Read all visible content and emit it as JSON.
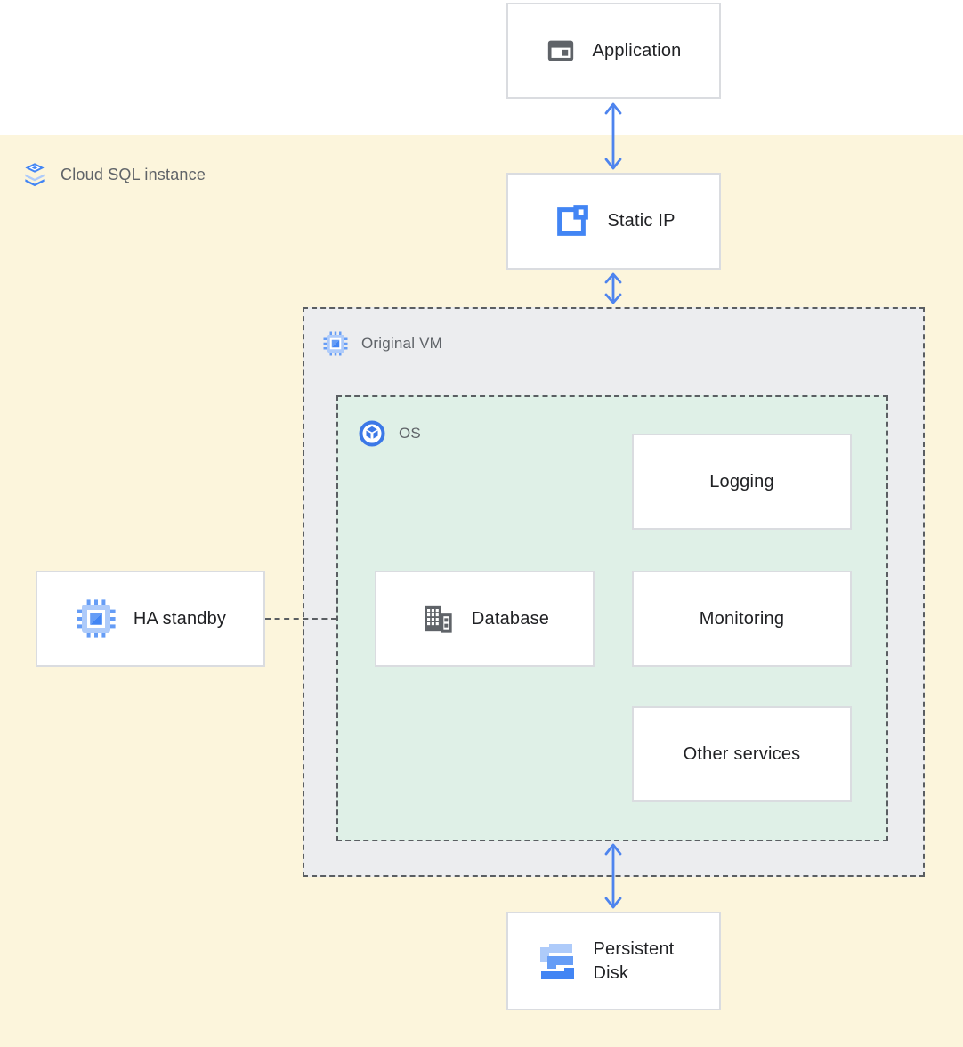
{
  "diagram": {
    "title_label": "Cloud SQL instance",
    "containers": {
      "original_vm": {
        "label": "Original VM"
      },
      "os": {
        "label": "OS"
      }
    },
    "nodes": {
      "application": {
        "label": "Application"
      },
      "static_ip": {
        "label": "Static IP"
      },
      "logging": {
        "label": "Logging"
      },
      "database": {
        "label": "Database"
      },
      "monitoring": {
        "label": "Monitoring"
      },
      "other_services": {
        "label": "Other services"
      },
      "ha_standby": {
        "label": "HA standby"
      },
      "persistent_disk": {
        "label": "Persistent Disk"
      }
    },
    "icons": {
      "application": "application-window-icon",
      "cloud_sql": "cloud-sql-stack-icon",
      "static_ip": "static-ip-icon",
      "original_vm": "compute-engine-chip-icon",
      "ha_standby": "compute-engine-chip-icon",
      "os": "os-cube-icon",
      "database": "database-building-icon",
      "persistent_disk": "persistent-disk-icon"
    },
    "colors": {
      "band_yellow": "#fcf5dc",
      "vm_container_bg": "#ecedef",
      "os_container_bg": "#dff0e7",
      "node_border": "#dadce0",
      "dashed_border": "#5a5e62",
      "arrow_blue": "#4e84ee",
      "label_gray": "#5f6368",
      "text_dark": "#202124",
      "icon_gray": "#5f6368",
      "blue_dark": "#4285f4",
      "blue_medium": "#669df6",
      "blue_light": "#aecbfa",
      "os_icon_blue": "#3b78e7"
    }
  }
}
